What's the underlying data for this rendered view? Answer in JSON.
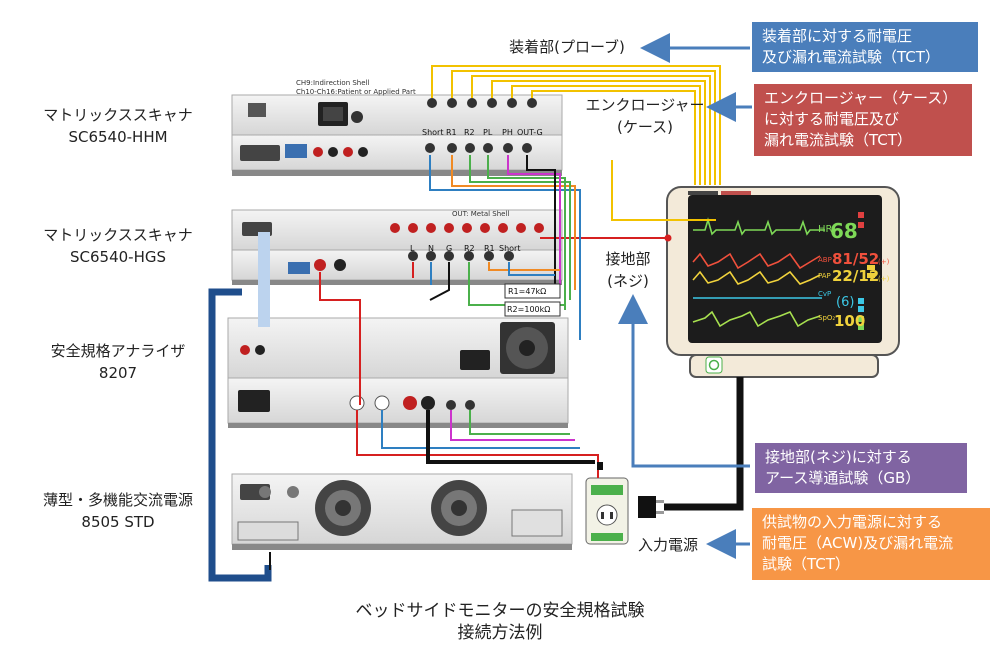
{
  "devices": [
    {
      "name": "マトリックススキャナ",
      "model": "SC6540-HHM"
    },
    {
      "name": "マトリックススキャナ",
      "model": "SC6540-HGS"
    },
    {
      "name": "安全規格アナライザ",
      "model": "8207"
    },
    {
      "name": "薄型・多機能交流電源",
      "model": "8505 STD"
    }
  ],
  "hhm_panel": {
    "header_line1": "CH9:Indirection Shell",
    "header_line2": "Ch10-Ch16:Patient or Applied Part",
    "terminals": [
      "Short",
      "R1",
      "R2",
      "PL",
      "PH",
      "OUT-G"
    ]
  },
  "hgs_panel": {
    "header": "OUT: Metal Shell",
    "terminals": [
      "L",
      "N",
      "G",
      "R2",
      "R1",
      "Short"
    ]
  },
  "resistors": {
    "r1": "R1=47kΩ",
    "r2": "R2=100kΩ"
  },
  "parts": {
    "applied_part": "装着部(プローブ)",
    "enclosure_line1": "エンクロージャー",
    "enclosure_line2": "(ケース)",
    "ground_line1": "接地部",
    "ground_line2": "(ネジ)",
    "power_input": "入力電源"
  },
  "callouts": {
    "applied": {
      "lines": [
        "装着部に対する耐電圧",
        "及び漏れ電流試験（TCT）"
      ],
      "color": "#4a7ebb"
    },
    "enclosure": {
      "lines": [
        "エンクロージャー（ケース）",
        "に対する耐電圧及び",
        "漏れ電流試験（TCT）"
      ],
      "color": "#c0504d"
    },
    "ground": {
      "lines": [
        "接地部(ネジ)に対する",
        "アース導通試験（GB）"
      ],
      "color": "#8064a2"
    },
    "power": {
      "lines": [
        "供試物の入力電源に対する",
        "耐電圧（ACW)及び漏れ電流",
        "試験（TCT）"
      ],
      "color": "#f79646"
    }
  },
  "monitor": {
    "hr_label": "HR",
    "hr_value": "68",
    "abp_label": "ABP",
    "abp_value": "81/52",
    "abp_sub": "(+)",
    "pap_label": "PAP",
    "pap_value": "22/12",
    "pap_sub": "(+)",
    "cvp_label": "CvP",
    "cvp_value": "(6)",
    "spo2_label": "SpO₂",
    "spo2_value": "100"
  },
  "caption": {
    "line1": "ベッドサイドモニターの安全規格試験",
    "line2": "接続方法例"
  },
  "colors": {
    "arrow": "#4a7ebb",
    "wire_yellow": "#f2c200",
    "wire_red": "#d62020",
    "wire_blue": "#2e7fc1",
    "wire_green": "#4bb04b",
    "wire_orange": "#f08a24",
    "wire_magenta": "#cc33cc",
    "wire_navy": "#1f4e8c"
  }
}
